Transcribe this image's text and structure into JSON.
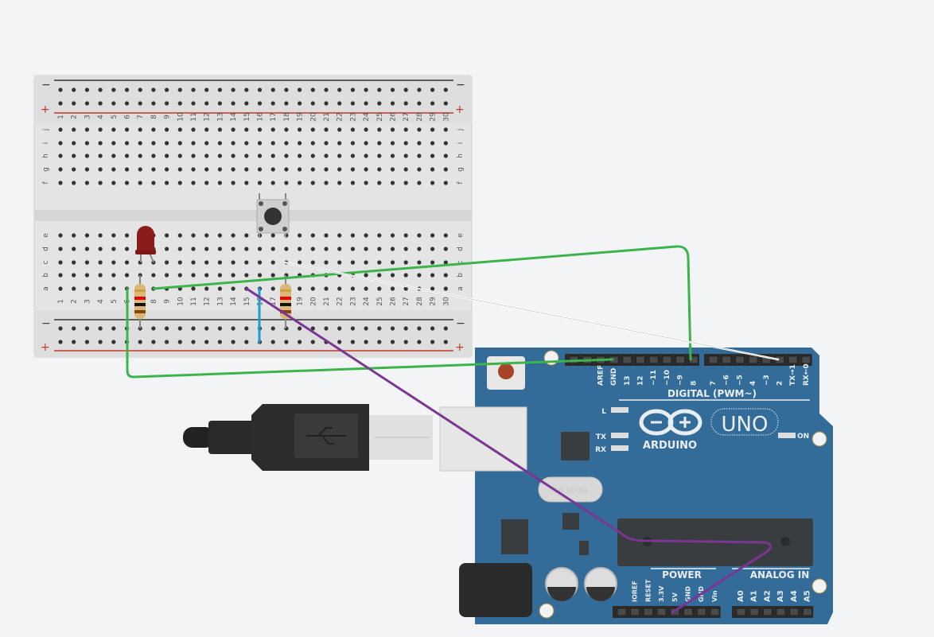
{
  "breadboard": {
    "row_letters_top": [
      "j",
      "i",
      "h",
      "g",
      "f"
    ],
    "row_letters_bottom": [
      "e",
      "d",
      "c",
      "b",
      "a"
    ],
    "columns": [
      "1",
      "2",
      "3",
      "4",
      "5",
      "6",
      "7",
      "8",
      "9",
      "10",
      "11",
      "12",
      "13",
      "14",
      "15",
      "16",
      "17",
      "18",
      "19",
      "20",
      "21",
      "22",
      "23",
      "24",
      "25",
      "26",
      "27",
      "28",
      "29",
      "30"
    ],
    "rail_minus": "−",
    "rail_plus": "+"
  },
  "arduino": {
    "brand": "ARDUINO",
    "model": "UNO",
    "digital_label": "DIGITAL (PWM~)",
    "digital_pins_left": [
      "AREF",
      "GND",
      "13",
      "12",
      "~11",
      "~10",
      "~9",
      "8"
    ],
    "digital_pins_right": [
      "7",
      "~6",
      "~5",
      "4",
      "~3",
      "2",
      "TX→1",
      "RX←0"
    ],
    "led_l": "L",
    "led_tx": "TX",
    "led_rx": "RX",
    "led_on": "ON",
    "crystal": "16.000G",
    "power_label": "POWER",
    "analog_label": "ANALOG IN",
    "power_pins": [
      "IOREF",
      "RESET",
      "3.3V",
      "5V",
      "GND",
      "GND",
      "Vin"
    ],
    "analog_pins": [
      "A0",
      "A1",
      "A2",
      "A3",
      "A4",
      "A5"
    ]
  },
  "colors": {
    "board": "#336c98",
    "wire_green": "#3cb44b",
    "wire_white": "#ffffff",
    "wire_blue": "#1e9bd7",
    "wire_purple": "#7b3593",
    "led": "#8b1c1c"
  }
}
